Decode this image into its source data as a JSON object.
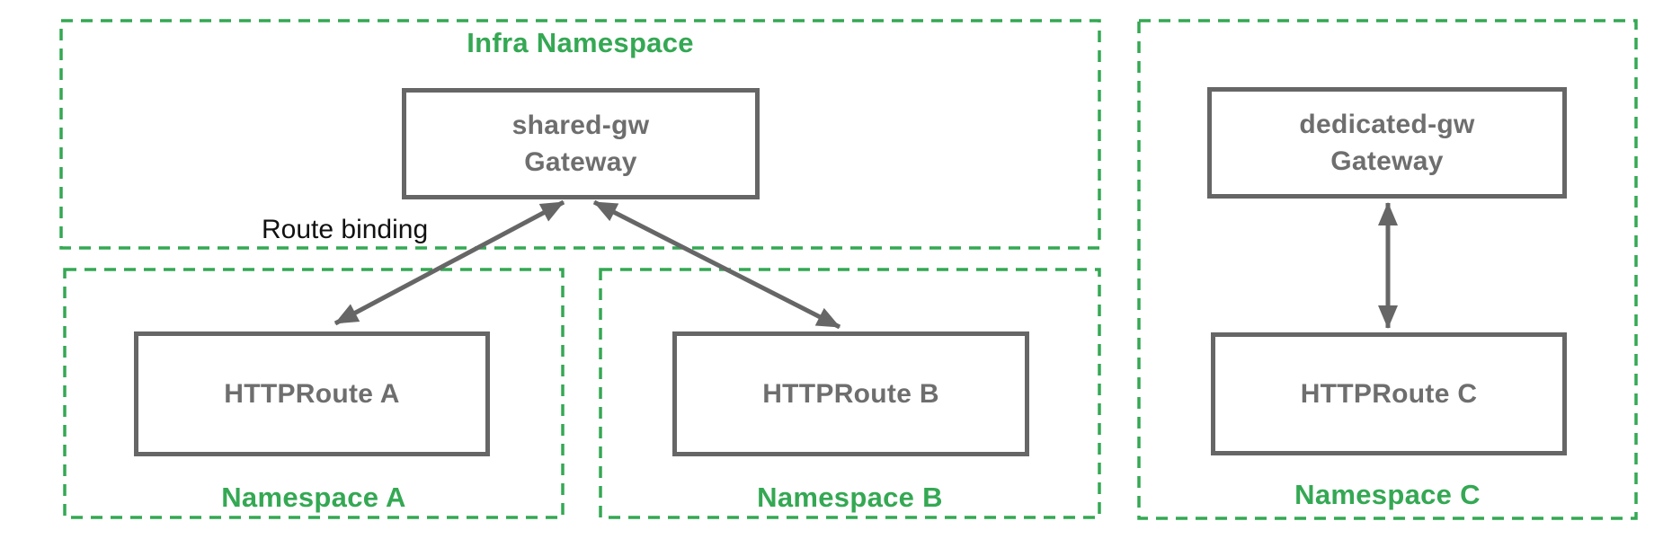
{
  "colors": {
    "green": "#34A853",
    "gray": "#666666",
    "textgray": "#6E6E6E",
    "black": "#111111"
  },
  "groups": {
    "infra": {
      "label": "Infra Namespace"
    },
    "ns_a": {
      "label": "Namespace A"
    },
    "ns_b": {
      "label": "Namespace B"
    },
    "ns_c": {
      "label": "Namespace C"
    }
  },
  "nodes": {
    "shared_gw": {
      "line1": "shared-gw",
      "line2": "Gateway"
    },
    "dedicated_gw": {
      "line1": "dedicated-gw",
      "line2": "Gateway"
    },
    "route_a": {
      "label": "HTTPRoute A"
    },
    "route_b": {
      "label": "HTTPRoute B"
    },
    "route_c": {
      "label": "HTTPRoute C"
    }
  },
  "annotations": {
    "route_binding": "Route binding"
  },
  "edges": [
    {
      "from": "HTTPRoute A",
      "to": "shared-gw Gateway",
      "style": "double-arrow",
      "label": "Route binding"
    },
    {
      "from": "HTTPRoute B",
      "to": "shared-gw Gateway",
      "style": "double-arrow",
      "label": ""
    },
    {
      "from": "HTTPRoute C",
      "to": "dedicated-gw Gateway",
      "style": "double-arrow",
      "label": ""
    }
  ]
}
